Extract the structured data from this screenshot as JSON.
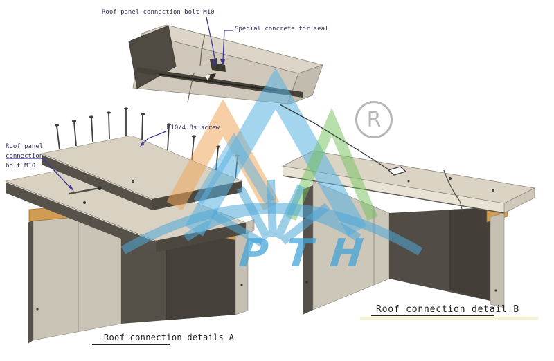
{
  "annotations": {
    "top_bolt_label": "Roof panel connection bolt M10",
    "seal_label": "Special concrete for seal",
    "screw_label": "M10/4.8s screw",
    "roof_panel_bolt_label": "Roof panel\nconnection\nbolt M10"
  },
  "captions": {
    "detail_a": "Roof connection details A",
    "detail_b": "Roof connection detail B"
  },
  "watermark": {
    "brand_text": "PTH",
    "registered_letter": "R",
    "colors": {
      "mountain_blue": "#59b2e2",
      "mountain_orange": "#f0a75c",
      "mountain_green": "#72c15b",
      "globe_blue": "#4fa8d8",
      "brand_text_blue": "#3fa3d7",
      "registered_gray": "#ababab"
    }
  },
  "drawing_colors": {
    "leader_purple": "#3f3594",
    "leader_dark": "#3a3a3a",
    "panel_beige": "#d9d2c3",
    "panel_edge_dark": "#56524a",
    "wall_light": "#cac4b7",
    "wall_dark": "#53504a",
    "wood": "#d09b53",
    "label_navy": "#2b2b55",
    "caption_black": "#1c1c1c"
  }
}
